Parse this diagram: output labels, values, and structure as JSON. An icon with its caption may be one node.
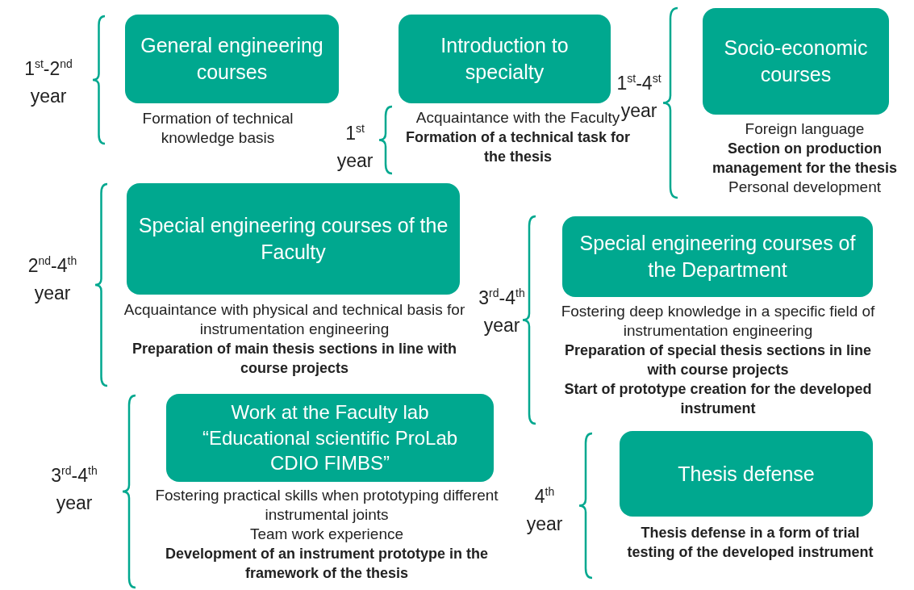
{
  "diagram": {
    "nodes": [
      {
        "text": [
          "General engineering courses"
        ],
        "beside": [
          "Formation of technical knowledge basis"
        ]
      },
      {
        "text": [
          "Introduction to specialty"
        ],
        "beside": [
          "Acquaintance with the Faculty",
          "Formation of a technical task for the thesis"
        ]
      },
      {
        "text": [
          "Socio-economic courses"
        ],
        "beside": [
          "Foreign language",
          "Section on production management for the thesis",
          "Personal development"
        ]
      },
      {
        "text": [
          "Special engineering courses of the Faculty"
        ],
        "beside": [
          "Acquaintance with physical and technical basis for instrumentation engineering",
          "Preparation of main thesis sections in line with course projects"
        ]
      },
      {
        "text": [
          "Special engineering courses of the Department"
        ],
        "beside": [
          "Fostering deep knowledge in a specific field of instrumentation engineering",
          "Preparation of special thesis sections in line with course projects",
          "Start of prototype creation for the developed instrument"
        ]
      },
      {
        "text": [
          "Work at the Faculty lab “Educational scientific ProLab CDIO FIMBS”"
        ],
        "beside": [
          "Fostering practical skills when prototyping different instrumental joints",
          "Team work experience",
          "Development of an instrument prototype in the framework of the thesis"
        ]
      },
      {
        "text": [
          "Thesis defense"
        ],
        "beside": [
          "Thesis defense in a form of trial testing of the developed instrument"
        ]
      }
    ],
    "labels": [
      "1$^{st}$-2$^{nd}$ year",
      "1$^{st}$-4$^{st}$ year",
      "1$^{st}$ year",
      "2$^{nd}$-4$^{th}$ year",
      "3$^{rd}$-4$^{th}$ year",
      "3$^{rd}$-4$^{th}$ year",
      "4$^{th}$ year"
    ]
  }
}
